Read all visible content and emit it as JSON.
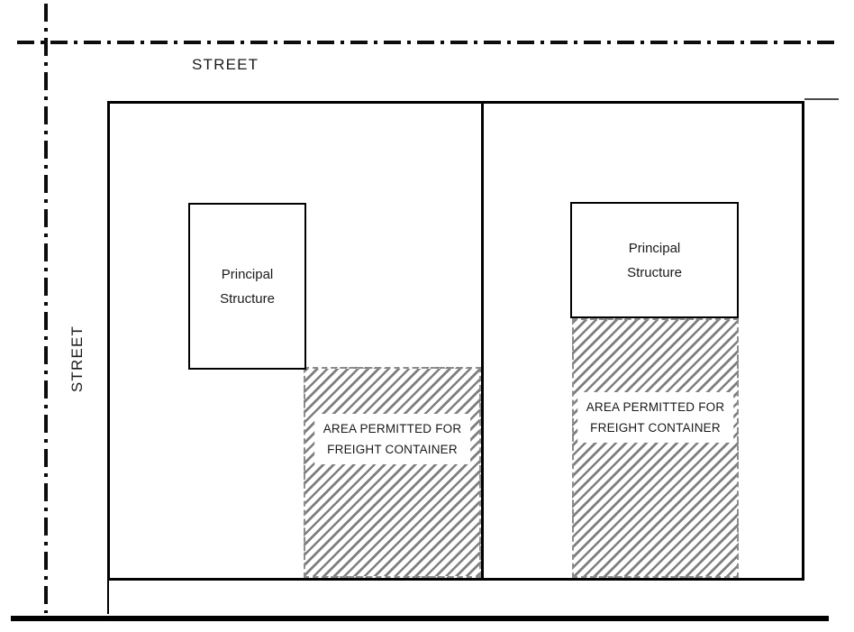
{
  "diagram": {
    "title": "freight container placement diagram",
    "streets": {
      "top_label": "STREET",
      "left_label": "STREET"
    },
    "lots": [
      {
        "structure": {
          "line1": "Principal",
          "line2": "Structure"
        },
        "container_area": {
          "line1": "AREA PERMITTED FOR",
          "line2": "FREIGHT CONTAINER"
        }
      },
      {
        "structure": {
          "line1": "Principal",
          "line2": "Structure"
        },
        "container_area": {
          "line1": "AREA PERMITTED FOR",
          "line2": "FREIGHT CONTAINER"
        }
      }
    ],
    "colors": {
      "line": "#000000",
      "hatch": "#7f7f7f",
      "hatch_border": "#8c8c8c",
      "text": "#1a1a1a"
    }
  }
}
